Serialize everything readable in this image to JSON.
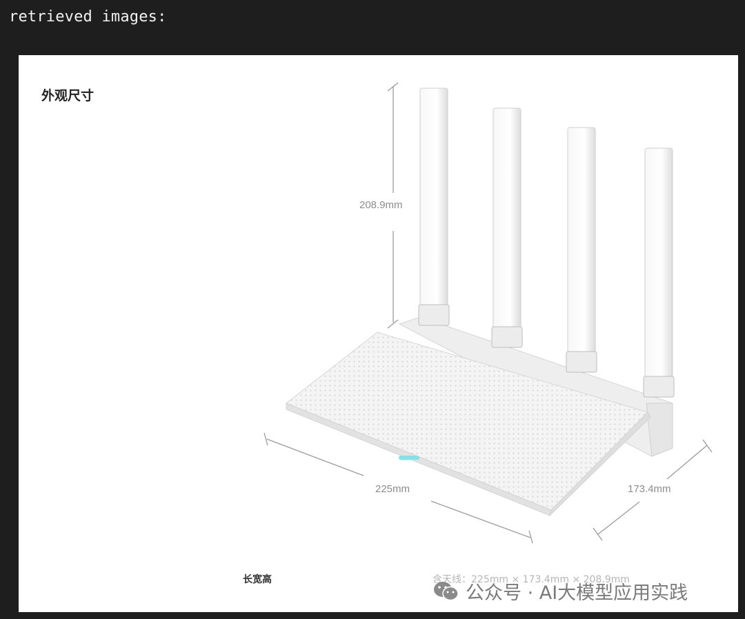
{
  "terminal": {
    "text": "retrieved images:"
  },
  "image": {
    "section_title": "外观尺寸",
    "dimensions": {
      "height": "208.9mm",
      "length": "225mm",
      "depth": "173.4mm"
    },
    "spec": {
      "name": "长宽高",
      "value": "含天线：225mm × 173.4mm × 208.9mm"
    },
    "watermark": {
      "icon": "wechat-icon",
      "text": "公众号 · AI大模型应用实践"
    }
  },
  "colors": {
    "background": "#1e1e1e",
    "panel": "#ffffff",
    "indicator": "#7fe3ea"
  }
}
